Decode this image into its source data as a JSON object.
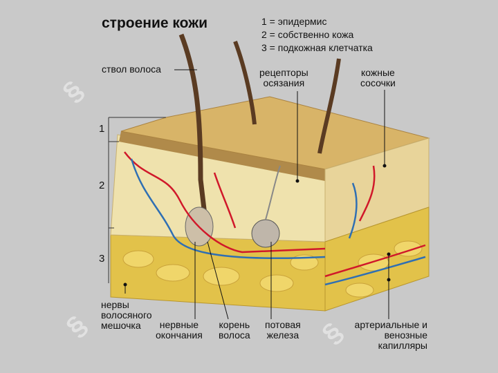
{
  "title": "строение кожи",
  "legend": [
    "1 = эпидермис",
    "2 = собственно кожа",
    "3 = подкожная клетчатка"
  ],
  "layer_numbers": [
    "1",
    "2",
    "3"
  ],
  "labels": {
    "hair_shaft": "ствол волоса",
    "touch_receptors": [
      "рецепторы",
      "осязания"
    ],
    "skin_papillae": [
      "кожные",
      "сосочки"
    ],
    "follicle_nerves": [
      "нервы",
      "волосяного",
      "мешочка"
    ],
    "nerve_endings": [
      "нервные",
      "окончания"
    ],
    "hair_root": [
      "корень",
      "волоса"
    ],
    "sweat_gland": [
      "потовая",
      "железа"
    ],
    "capillaries": [
      "артериальные и",
      "венозные",
      "капилляры"
    ]
  },
  "colors": {
    "background": "#c9c9c9",
    "epidermis": "#b08a4a",
    "dermis": "#e9d79a",
    "subcutaneous": "#e2c24a",
    "artery": "#d0182a",
    "vein": "#2f6fb3",
    "hair": "#5a3b22"
  }
}
